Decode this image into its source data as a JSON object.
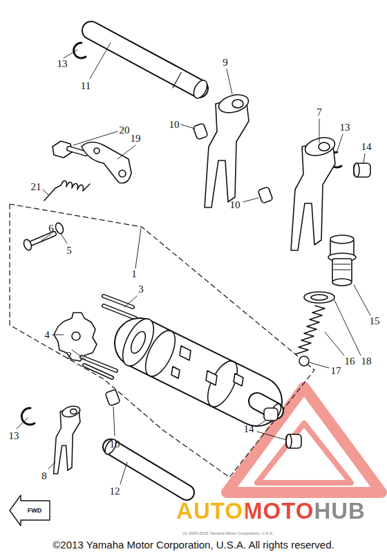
{
  "diagram": {
    "caption": "©2013 Yamaha Motor Corporation, U.S.A. All rights reserved.",
    "labels": [
      "13",
      "9",
      "11",
      "7",
      "10",
      "20",
      "13",
      "19",
      "14",
      "21",
      "10",
      "6",
      "5",
      "1",
      "3",
      "15",
      "4",
      "2",
      "16",
      "18",
      "17",
      "14",
      "13",
      "10",
      "8",
      "12",
      "FWD",
      "AUTOMOTOHUB",
      "(c) 2005-2015 Yamaha Motor Corporation, U.S.A."
    ]
  }
}
